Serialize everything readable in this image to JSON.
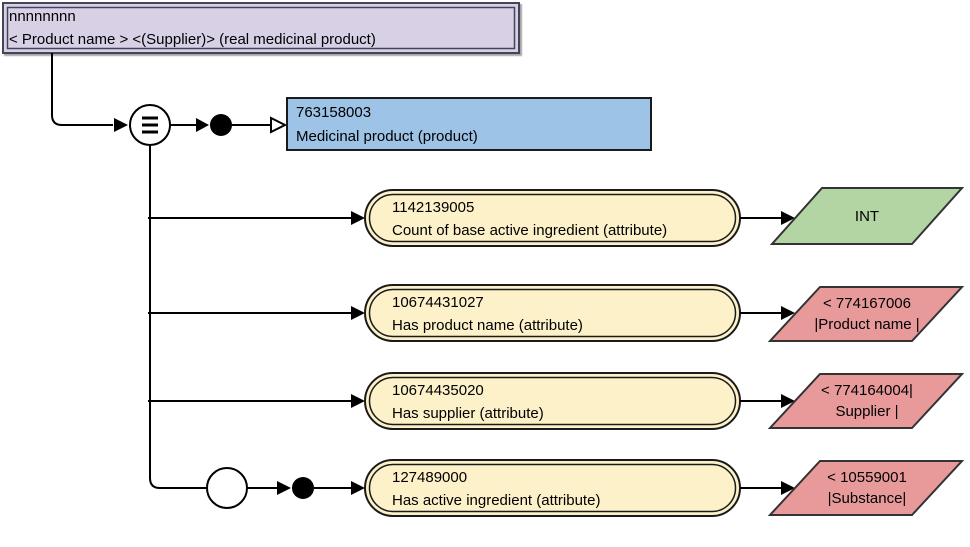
{
  "diagram": {
    "colors": {
      "focus_fill": "#d8d1e6",
      "focus_stroke": "#45455a",
      "concept_fill": "#9dc3e6",
      "attribute_fill": "#fdf1c9",
      "datatype_fill": "#b3d5a3",
      "target_fill": "#e89a9a",
      "stroke": "#1a1a1a",
      "value_stroke": "#333333",
      "line": "#000000"
    },
    "focus_concept": {
      "line1": "nnnnnnnn",
      "line2": "< Product name > <(Supplier)> (real medicinal product)"
    },
    "parent_concept": {
      "id": "763158003",
      "term": "Medicinal product (product)"
    },
    "rows": [
      {
        "attribute_id": "1142139005",
        "attribute_term": "Count of base active ingredient (attribute)",
        "value_line1": "INT",
        "value_line2": ""
      },
      {
        "attribute_id": "10674431027",
        "attribute_term": "Has product name (attribute)",
        "value_line1": "< 774167006",
        "value_line2": "|Product name |"
      },
      {
        "attribute_id": "10674435020",
        "attribute_term": "Has supplier (attribute)",
        "value_line1": "< 774164004|",
        "value_line2": "Supplier |"
      },
      {
        "attribute_id": "127489000",
        "attribute_term": "Has active ingredient (attribute)",
        "value_line1": "< 10559001",
        "value_line2": "|Substance|"
      }
    ]
  }
}
